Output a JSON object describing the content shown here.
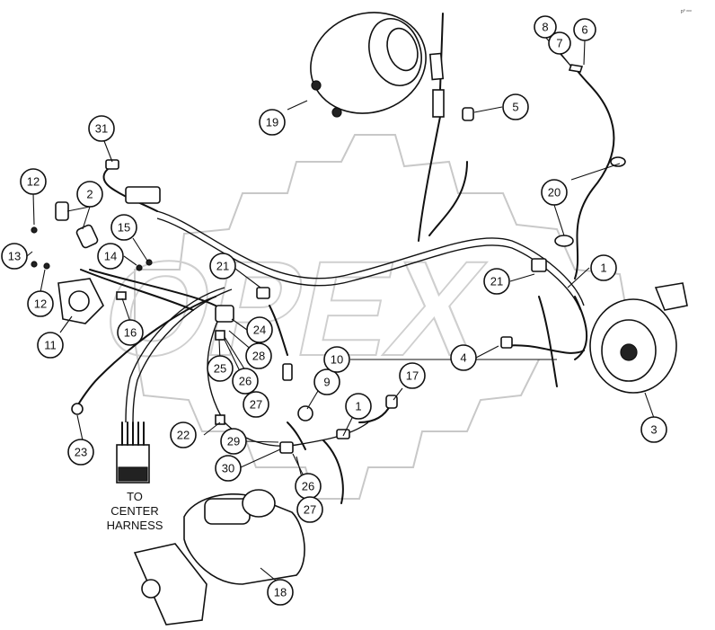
{
  "watermark_text": "OPEX",
  "corner_mark": "p⁰ ᵒᵒᵒ",
  "note_lines": [
    "TO",
    "CENTER",
    "HARNESS"
  ],
  "callouts": [
    {
      "id": "c1a",
      "label": "1"
    },
    {
      "id": "c1b",
      "label": "1"
    },
    {
      "id": "c2",
      "label": "2"
    },
    {
      "id": "c3",
      "label": "3"
    },
    {
      "id": "c4",
      "label": "4"
    },
    {
      "id": "c5",
      "label": "5"
    },
    {
      "id": "c6",
      "label": "6"
    },
    {
      "id": "c7",
      "label": "7"
    },
    {
      "id": "c8",
      "label": "8"
    },
    {
      "id": "c9",
      "label": "9"
    },
    {
      "id": "c10",
      "label": "10"
    },
    {
      "id": "c11",
      "label": "11"
    },
    {
      "id": "c12a",
      "label": "12"
    },
    {
      "id": "c12b",
      "label": "12"
    },
    {
      "id": "c13",
      "label": "13"
    },
    {
      "id": "c14",
      "label": "14"
    },
    {
      "id": "c15",
      "label": "15"
    },
    {
      "id": "c16",
      "label": "16"
    },
    {
      "id": "c17",
      "label": "17"
    },
    {
      "id": "c18",
      "label": "18"
    },
    {
      "id": "c19",
      "label": "19"
    },
    {
      "id": "c20",
      "label": "20"
    },
    {
      "id": "c21a",
      "label": "21"
    },
    {
      "id": "c21b",
      "label": "21"
    },
    {
      "id": "c22",
      "label": "22"
    },
    {
      "id": "c23",
      "label": "23"
    },
    {
      "id": "c24",
      "label": "24"
    },
    {
      "id": "c25",
      "label": "25"
    },
    {
      "id": "c26a",
      "label": "26"
    },
    {
      "id": "c26b",
      "label": "26"
    },
    {
      "id": "c27a",
      "label": "27"
    },
    {
      "id": "c27b",
      "label": "27"
    },
    {
      "id": "c28",
      "label": "28"
    },
    {
      "id": "c29",
      "label": "29"
    },
    {
      "id": "c30",
      "label": "30"
    },
    {
      "id": "c31",
      "label": "31"
    }
  ]
}
